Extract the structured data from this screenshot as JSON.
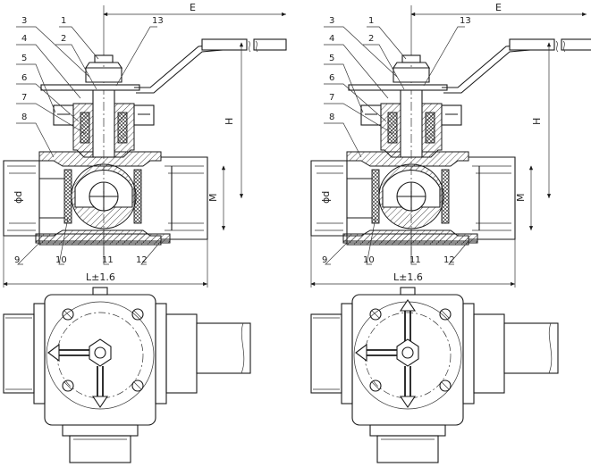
{
  "diagram": {
    "left_view": {
      "part_labels": [
        "3",
        "1",
        "13",
        "4",
        "2",
        "5",
        "6",
        "7",
        "8",
        "9",
        "10",
        "11",
        "12"
      ],
      "dim_E": "E",
      "dim_H": "H",
      "dim_M": "M",
      "dim_d": "ϕd",
      "dim_L": "L±1.6"
    },
    "right_view": {
      "part_labels": [
        "3",
        "1",
        "13",
        "4",
        "2",
        "5",
        "6",
        "7",
        "8",
        "9",
        "10",
        "11",
        "12"
      ],
      "dim_E": "E",
      "dim_H": "H",
      "dim_M": "M",
      "dim_d": "ϕd",
      "dim_L": "L±1.6"
    },
    "bottom_left": {
      "flow_pattern": "L-port",
      "arrows": [
        "left",
        "down"
      ]
    },
    "bottom_right": {
      "flow_pattern": "T-port",
      "arrows": [
        "up",
        "left",
        "down"
      ]
    },
    "colors": {
      "line": "#1a1a1a",
      "background": "#ffffff"
    }
  }
}
